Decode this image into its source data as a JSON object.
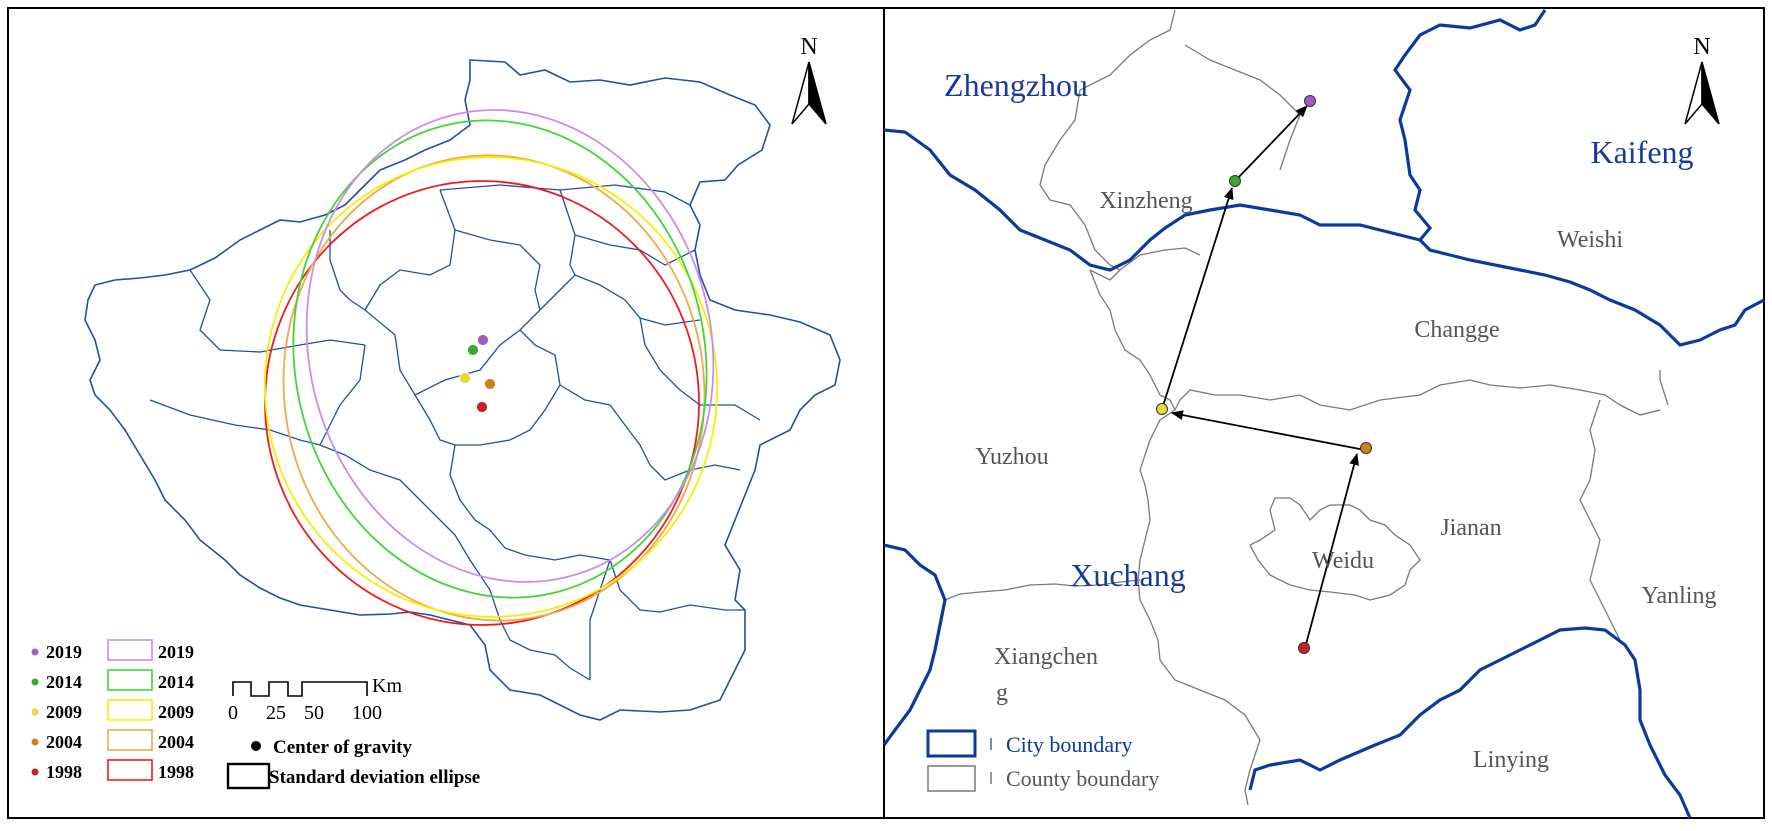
{
  "left_map": {
    "north_label": "N",
    "point_legend": [
      {
        "year": "2019",
        "color": "#a45cc4"
      },
      {
        "year": "2014",
        "color": "#3aa830"
      },
      {
        "year": "2009",
        "color": "#e8d838"
      },
      {
        "year": "2004",
        "color": "#d08018"
      },
      {
        "year": "1998",
        "color": "#cc2020"
      }
    ],
    "ellipse_legend": [
      {
        "year": "2019",
        "color": "#c88ee8"
      },
      {
        "year": "2014",
        "color": "#44d436"
      },
      {
        "year": "2009",
        "color": "#f6f000"
      },
      {
        "year": "2004",
        "color": "#f0a848"
      },
      {
        "year": "1998",
        "color": "#f01c1c"
      }
    ],
    "scale": {
      "ticks": [
        "0",
        "25",
        "50",
        "100"
      ],
      "unit": "Km"
    },
    "center_label": "Center of gravity",
    "ellipse_label": "Standard deviation ellipse"
  },
  "right_map": {
    "north_label": "N",
    "cities": [
      "Zhengzhou",
      "Kaifeng",
      "Xuchang"
    ],
    "counties": [
      "Xinzheng",
      "Weishi",
      "Changge",
      "Yuzhou",
      "Jianan",
      "Weidu",
      "Yanling",
      "Xiangchen",
      "g",
      "Linying"
    ],
    "trajectory": [
      {
        "year": "1998",
        "color": "#cc2020"
      },
      {
        "year": "2004",
        "color": "#d08018"
      },
      {
        "year": "2009",
        "color": "#e8d838"
      },
      {
        "year": "2014",
        "color": "#3aa830"
      },
      {
        "year": "2019",
        "color": "#a45cc4"
      }
    ],
    "legend": {
      "city": "City boundary",
      "county": "County boundary"
    },
    "colors": {
      "city": "#0a3a9e",
      "county": "#7a7a7a"
    }
  }
}
